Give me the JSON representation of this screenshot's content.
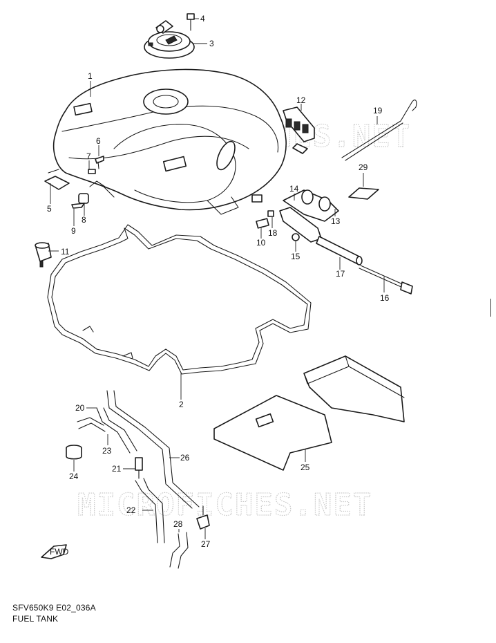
{
  "diagram": {
    "model_code": "SFV650K9 E02_036A",
    "title": "FUEL TANK",
    "watermark": "MICROFICHES.NET",
    "fwd_label": "FWD",
    "callouts": [
      "1",
      "2",
      "3",
      "4",
      "5",
      "6",
      "7",
      "8",
      "9",
      "10",
      "11",
      "12",
      "13",
      "14",
      "15",
      "16",
      "17",
      "18",
      "19",
      "20",
      "21",
      "22",
      "23",
      "24",
      "25",
      "26",
      "27",
      "28",
      "29"
    ]
  }
}
